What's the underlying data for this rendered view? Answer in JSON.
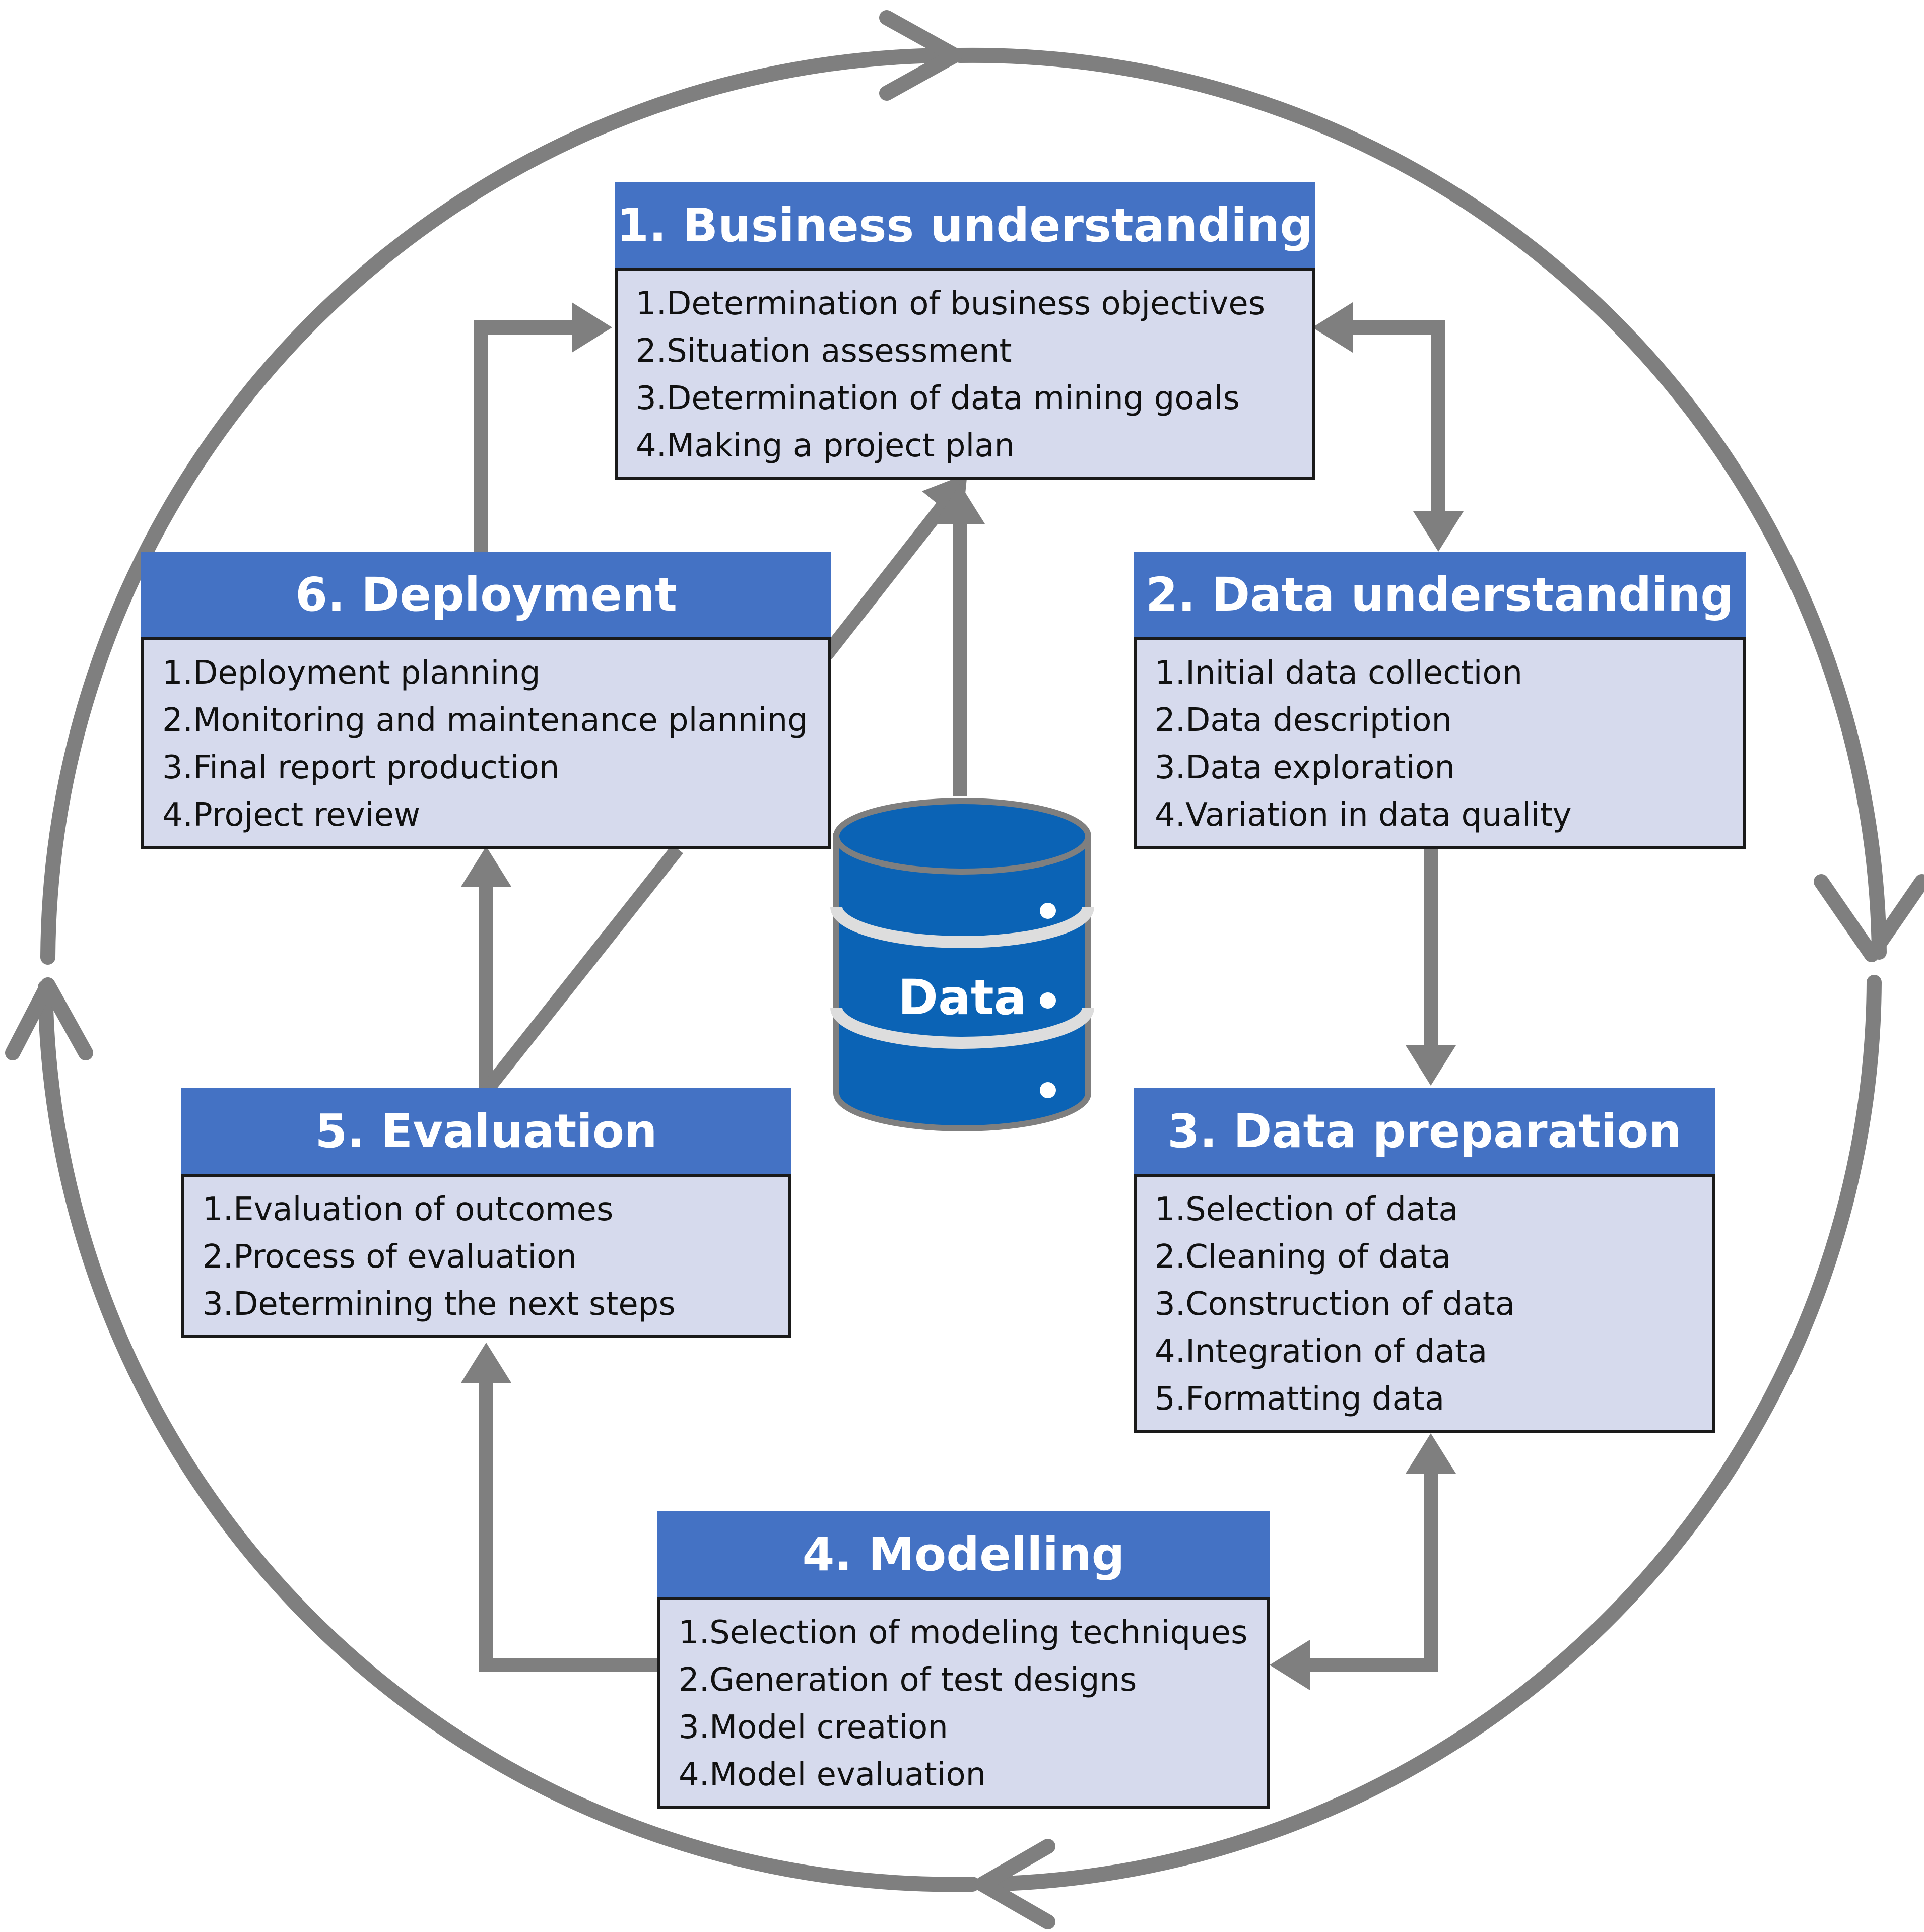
{
  "colors": {
    "header_blue": "#4472C4",
    "body_fill": "#D6DAED",
    "arrow_gray": "#7F7F7F",
    "database_blue": "#0B63B5"
  },
  "phases": [
    {
      "title": "1. Business understanding",
      "tasks": [
        "1.Determination of business objectives",
        "2.Situation assessment",
        "3.Determination of data mining goals",
        "4.Making a project plan"
      ]
    },
    {
      "title": "2. Data understanding",
      "tasks": [
        "1.Initial data collection",
        "2.Data description",
        "3.Data exploration",
        "4.Variation in data quality"
      ]
    },
    {
      "title": "3. Data preparation",
      "tasks": [
        "1.Selection of data",
        "2.Cleaning of data",
        "3.Construction of data",
        "4.Integration of data",
        "5.Formatting data"
      ]
    },
    {
      "title": "4. Modelling",
      "tasks": [
        "1.Selection of modeling techniques",
        "2.Generation of test designs",
        "3.Model creation",
        "4.Model evaluation"
      ]
    },
    {
      "title": "5. Evaluation",
      "tasks": [
        "1.Evaluation of outcomes",
        "2.Process of evaluation",
        "3.Determining the next steps"
      ]
    },
    {
      "title": "6. Deployment",
      "tasks": [
        "1.Deployment planning",
        "2.Monitoring and maintenance planning",
        "3.Final report production",
        "4.Project review"
      ]
    }
  ],
  "database": {
    "label": "Data",
    "icon": "database-icon"
  }
}
